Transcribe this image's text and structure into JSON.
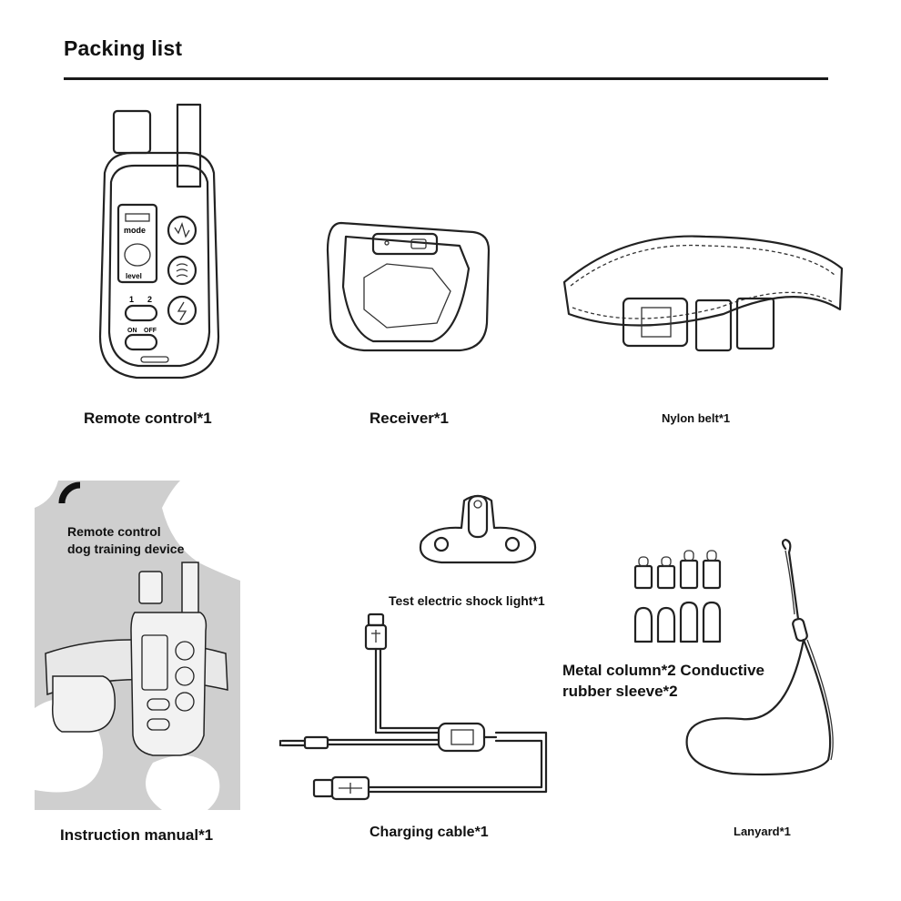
{
  "header": {
    "title": "Packing list"
  },
  "items": [
    {
      "id": "remote-control",
      "label": "Remote control*1"
    },
    {
      "id": "receiver",
      "label": "Receiver*1"
    },
    {
      "id": "nylon-belt",
      "label": "Nylon belt*1"
    },
    {
      "id": "instruction-manual",
      "label": "Instruction manual*1"
    },
    {
      "id": "test-light",
      "label": "Test electric shock light*1"
    },
    {
      "id": "metal-column",
      "label_line1": "Metal column*2 Conductive",
      "label_line2": "rubber sleeve*2"
    },
    {
      "id": "charging-cable",
      "label": "Charging cable*1"
    },
    {
      "id": "lanyard",
      "label": "Lanyard*1"
    }
  ],
  "manual_cover": {
    "line1": "Remote control",
    "line2": "dog training device"
  },
  "remote_screen": {
    "mode_label": "mode",
    "level_label": "level",
    "channel_1": "1",
    "channel_2": "2",
    "on_label": "ON",
    "off_label": "OFF"
  },
  "colors": {
    "line": "#222222",
    "manual_bg": "#cfcfcf",
    "manual_blob": "#ffffff"
  }
}
